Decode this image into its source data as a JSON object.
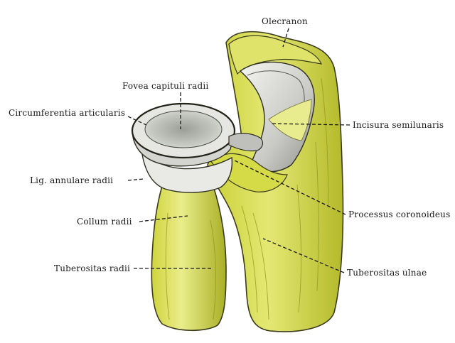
{
  "labels": {
    "olecranon": "Olecranon",
    "fovea_capituli_radii": "Fovea capituli radii",
    "circumferentia_articularis": "Circumferentia articularis",
    "incisura_semilunaris": "Incisura semilunaris",
    "lig_annulare_radii": "Lig. annulare radii",
    "processus_coronoideus": "Processus coronoideus",
    "collum_radii": "Collum radii",
    "tuberositas_radii": "Tuberositas radii",
    "tuberositas_ulnae": "Tuberositas ulnae"
  },
  "colors": {
    "bone_yellow": "#d9df4a",
    "bone_light": "#eef09a",
    "bone_shadow": "#9fa526",
    "cartilage_gray": "#c8c9c4",
    "cartilage_dark": "#8d8f89",
    "ligament_white": "#e9eae6",
    "outline": "#2a2a1a"
  }
}
